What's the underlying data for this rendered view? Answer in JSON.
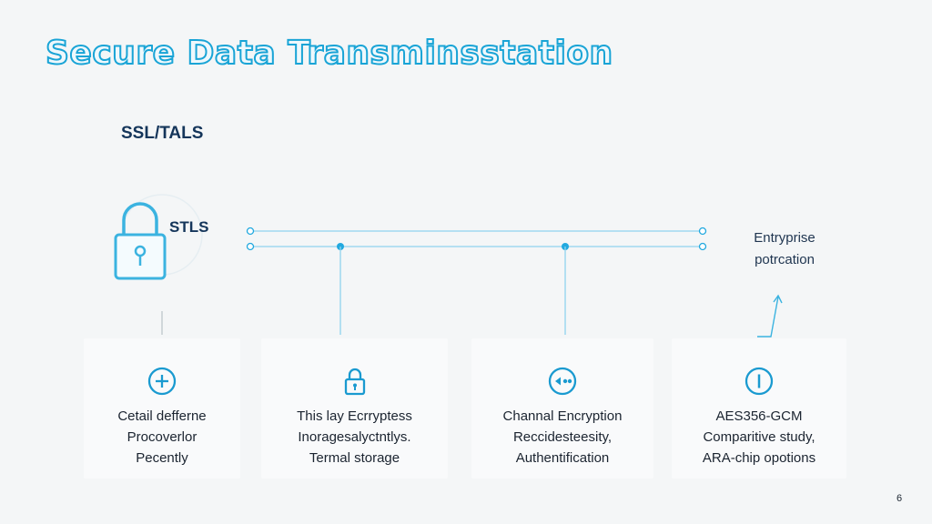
{
  "title": "Secure Data Transminsstation",
  "protocol_label": "SSL/TALS",
  "lock_label": "STLS",
  "enterprise": {
    "line1": "Entryprise",
    "line2": "potrcation"
  },
  "colors": {
    "accent": "#19a4d6",
    "line": "#8fd3ee",
    "dot": "#22a9df",
    "text_dark": "#14355a"
  },
  "cards": [
    {
      "icon": "plus-circle-icon",
      "lines": [
        "Cetail defferne",
        "Procoverlor",
        "Pecently"
      ]
    },
    {
      "icon": "lock-icon",
      "lines": [
        "This lay Ecrryptess",
        "Inoragesalyctntlys.",
        "Termal storage"
      ]
    },
    {
      "icon": "exchange-circle-icon",
      "lines": [
        "Channal Encryption",
        "Reccidesteesity,",
        "Authentification"
      ]
    },
    {
      "icon": "info-circle-icon",
      "lines": [
        "AES356-GCM",
        "Comparitive study,",
        "ARA-chip opotions"
      ]
    }
  ],
  "page_number": "6"
}
